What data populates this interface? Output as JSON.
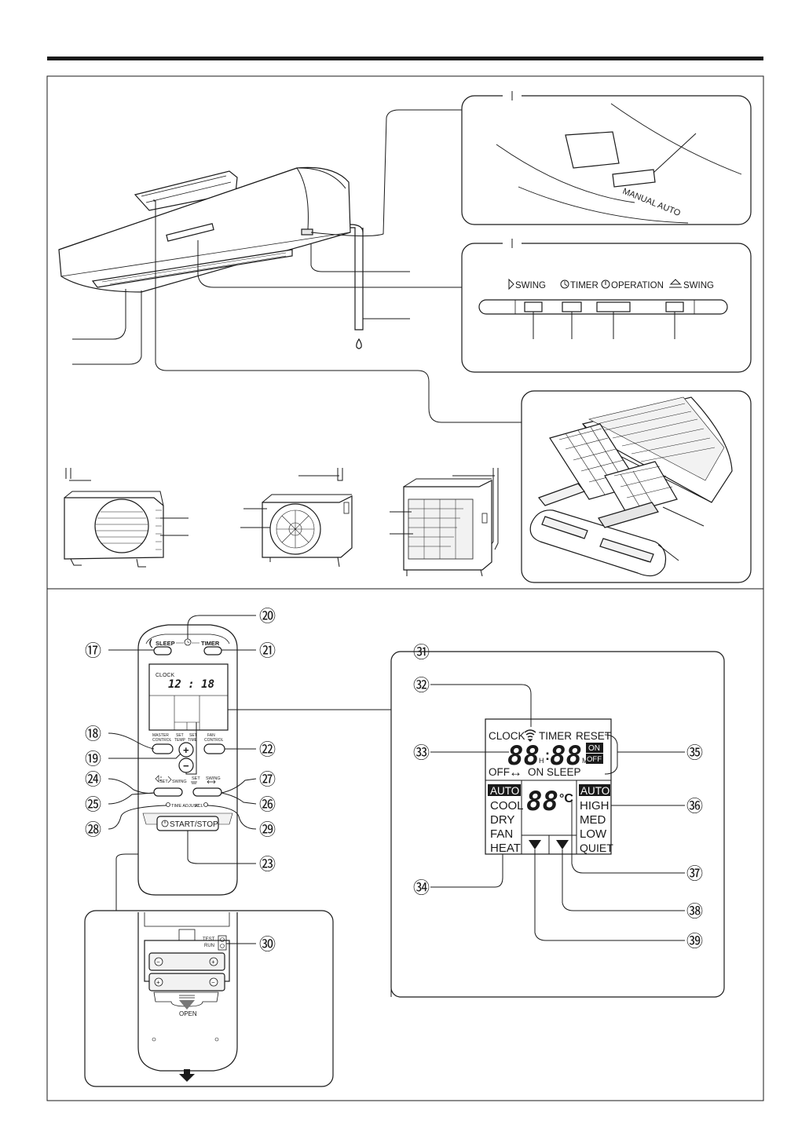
{
  "labels": {
    "manual_auto": "MANUAL AUTO",
    "swing_left": "SWING",
    "timer": "TIMER",
    "operation": "OPERATION",
    "swing_right": "SWING",
    "remote": {
      "sleep": "SLEEP",
      "timer": "TIMER",
      "clock": "CLOCK",
      "clock_time": "12 : 18",
      "master_control": [
        "MASTER",
        "CONTROL"
      ],
      "set_temp": [
        "SET",
        "TEMP"
      ],
      "set_time": [
        "SET",
        "TIME"
      ],
      "fan_control": [
        "FAN",
        "CONTROL"
      ],
      "plus": "+",
      "minus": "−",
      "set": "SET",
      "swing": "SWING",
      "set2": "SET",
      "swing2": "SWING",
      "time_adjust": "TIME ADJUST",
      "acl": "ACL",
      "start_stop": "START/STOP",
      "test_run": [
        "TEST",
        "RUN"
      ],
      "open": "OPEN"
    },
    "lcd": {
      "clock": "CLOCK",
      "timer": "TIMER",
      "reset": "RESET",
      "digits_h": "88",
      "h": "H",
      "colon": ":",
      "digits_m": "88",
      "m": "M",
      "on": "ON",
      "off_box": "OFF",
      "off_on": "OFF",
      "arrow": "↔",
      "on_sleep": "ON SLEEP",
      "modes": [
        "AUTO",
        "COOL",
        "DRY",
        "FAN",
        "HEAT"
      ],
      "temp": "88",
      "deg": "°C",
      "fan": [
        "AUTO",
        "HIGH",
        "MED",
        "LOW",
        "QUIET"
      ]
    }
  },
  "callouts": {
    "n17": "⑰",
    "n18": "⑱",
    "n19": "⑲",
    "n20": "⑳",
    "n21": "㉑",
    "n22": "㉒",
    "n23": "㉓",
    "n24": "㉔",
    "n25": "㉕",
    "n26": "㉖",
    "n27": "㉗",
    "n28": "㉘",
    "n29": "㉙",
    "n30": "㉚",
    "n31": "㉛",
    "n32": "㉜",
    "n33": "㉝",
    "n34": "㉞",
    "n35": "㉟",
    "n36": "㊱",
    "n37": "㊲",
    "n38": "㊳",
    "n39": "㊴"
  },
  "colors": {
    "ink": "#1a1a1a",
    "fill_light": "#f2f2f2",
    "fill_mid": "#e6e6e6"
  }
}
